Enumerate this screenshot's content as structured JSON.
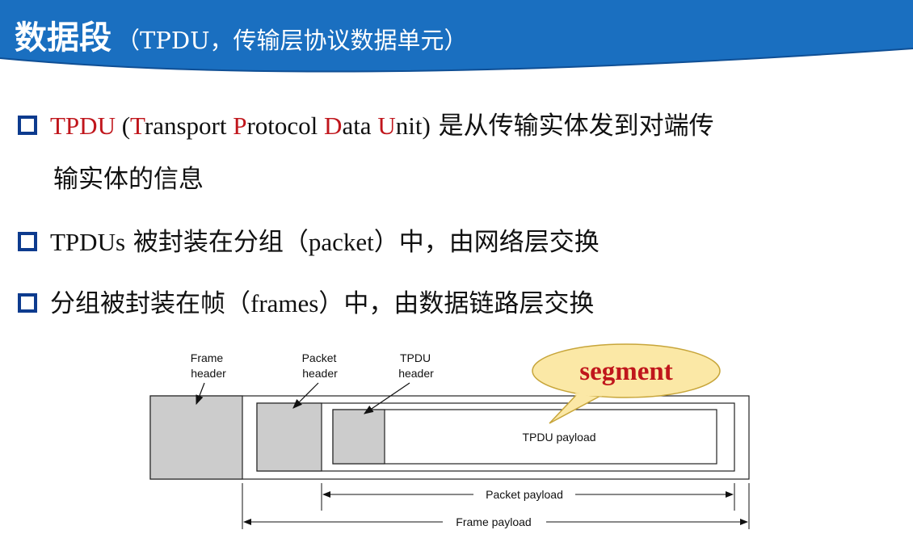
{
  "slide": {
    "title_main": "数据段",
    "title_sub": "（TPDU，传输层协议数据单元）",
    "colors": {
      "title_bg": "#1a6fc0",
      "bullet": "#0d3b8e",
      "highlight": "#c0161c",
      "callout_fill": "#fbe8a6",
      "callout_stroke": "#c7a53a",
      "header_fill": "#cccccc"
    }
  },
  "bullets": [
    {
      "id": "tpdu-def",
      "parts": {
        "tpdu": "TPDU",
        "open": " (",
        "t": "T",
        "ransport": "ransport ",
        "p": "P",
        "rotocol": "rotocol ",
        "d": "D",
        "ata": "ata ",
        "u": "U",
        "nit": "nit)",
        "rest": " 是从传输实体发到对端传"
      },
      "cont": "输实体的信息"
    },
    {
      "id": "tpdus-packets",
      "parts": {
        "latin": "TPDUs",
        "rest": " 被封装在分组（",
        "packet": "packet",
        "tail": "）中，由网络层交换"
      }
    },
    {
      "id": "packets-frames",
      "parts": {
        "head": "分组被封装在帧（",
        "frames": "frames",
        "tail": "）中，由数据链路层交换"
      }
    }
  ],
  "diagram": {
    "frame_header": [
      "Frame",
      "header"
    ],
    "packet_header": [
      "Packet",
      "header"
    ],
    "tpdu_header": [
      "TPDU",
      "header"
    ],
    "tpdu_payload": "TPDU payload",
    "packet_payload": "Packet payload",
    "frame_payload": "Frame payload",
    "callout": "segment"
  }
}
